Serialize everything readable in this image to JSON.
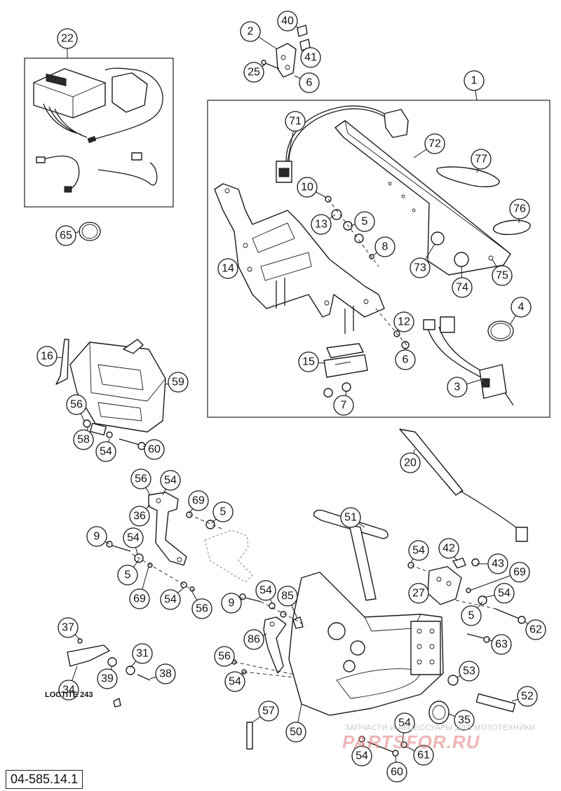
{
  "diagram": {
    "drawing_number": "04-585.14.1",
    "loctite_note": "LOCTITE 243",
    "watermark": {
      "line1": "ЗАПЧАСТИ И АКСЕССУАРЫ ДЛЯ МОТОТЕХНИКИ",
      "brand": "PARTSFOR.RU"
    },
    "callouts": [
      {
        "id": "c-1",
        "label": "1"
      },
      {
        "id": "c-2",
        "label": "2"
      },
      {
        "id": "c-3",
        "label": "3"
      },
      {
        "id": "c-4",
        "label": "4"
      },
      {
        "id": "c-5a",
        "label": "5"
      },
      {
        "id": "c-5b",
        "label": "5"
      },
      {
        "id": "c-5c",
        "label": "5"
      },
      {
        "id": "c-5d",
        "label": "5"
      },
      {
        "id": "c-6a",
        "label": "6"
      },
      {
        "id": "c-6b",
        "label": "6"
      },
      {
        "id": "c-7",
        "label": "7"
      },
      {
        "id": "c-8",
        "label": "8"
      },
      {
        "id": "c-9a",
        "label": "9"
      },
      {
        "id": "c-9b",
        "label": "9"
      },
      {
        "id": "c-10",
        "label": "10"
      },
      {
        "id": "c-12",
        "label": "12"
      },
      {
        "id": "c-13",
        "label": "13"
      },
      {
        "id": "c-14",
        "label": "14"
      },
      {
        "id": "c-15",
        "label": "15"
      },
      {
        "id": "c-16",
        "label": "16"
      },
      {
        "id": "c-20",
        "label": "20"
      },
      {
        "id": "c-22",
        "label": "22"
      },
      {
        "id": "c-25",
        "label": "25"
      },
      {
        "id": "c-27",
        "label": "27"
      },
      {
        "id": "c-31",
        "label": "31"
      },
      {
        "id": "c-34",
        "label": "34"
      },
      {
        "id": "c-35",
        "label": "35"
      },
      {
        "id": "c-36",
        "label": "36"
      },
      {
        "id": "c-37",
        "label": "37"
      },
      {
        "id": "c-38",
        "label": "38"
      },
      {
        "id": "c-39",
        "label": "39"
      },
      {
        "id": "c-40",
        "label": "40"
      },
      {
        "id": "c-41",
        "label": "41"
      },
      {
        "id": "c-42",
        "label": "42"
      },
      {
        "id": "c-43",
        "label": "43"
      },
      {
        "id": "c-50",
        "label": "50"
      },
      {
        "id": "c-51",
        "label": "51"
      },
      {
        "id": "c-52",
        "label": "52"
      },
      {
        "id": "c-53",
        "label": "53"
      },
      {
        "id": "c-54a",
        "label": "54"
      },
      {
        "id": "c-54b",
        "label": "54"
      },
      {
        "id": "c-54c",
        "label": "54"
      },
      {
        "id": "c-54d",
        "label": "54"
      },
      {
        "id": "c-54e",
        "label": "54"
      },
      {
        "id": "c-54f",
        "label": "54"
      },
      {
        "id": "c-54g",
        "label": "54"
      },
      {
        "id": "c-54h",
        "label": "54"
      },
      {
        "id": "c-54i",
        "label": "54"
      },
      {
        "id": "c-54j",
        "label": "54"
      },
      {
        "id": "c-56a",
        "label": "56"
      },
      {
        "id": "c-56b",
        "label": "56"
      },
      {
        "id": "c-56c",
        "label": "56"
      },
      {
        "id": "c-56d",
        "label": "56"
      },
      {
        "id": "c-57",
        "label": "57"
      },
      {
        "id": "c-58",
        "label": "58"
      },
      {
        "id": "c-59",
        "label": "59"
      },
      {
        "id": "c-60a",
        "label": "60"
      },
      {
        "id": "c-60b",
        "label": "60"
      },
      {
        "id": "c-61",
        "label": "61"
      },
      {
        "id": "c-62",
        "label": "62"
      },
      {
        "id": "c-63",
        "label": "63"
      },
      {
        "id": "c-65",
        "label": "65"
      },
      {
        "id": "c-69a",
        "label": "69"
      },
      {
        "id": "c-69b",
        "label": "69"
      },
      {
        "id": "c-69c",
        "label": "69"
      },
      {
        "id": "c-71",
        "label": "71"
      },
      {
        "id": "c-72",
        "label": "72"
      },
      {
        "id": "c-73",
        "label": "73"
      },
      {
        "id": "c-74",
        "label": "74"
      },
      {
        "id": "c-75",
        "label": "75"
      },
      {
        "id": "c-76",
        "label": "76"
      },
      {
        "id": "c-77",
        "label": "77"
      },
      {
        "id": "c-85",
        "label": "85"
      },
      {
        "id": "c-86",
        "label": "86"
      }
    ]
  }
}
